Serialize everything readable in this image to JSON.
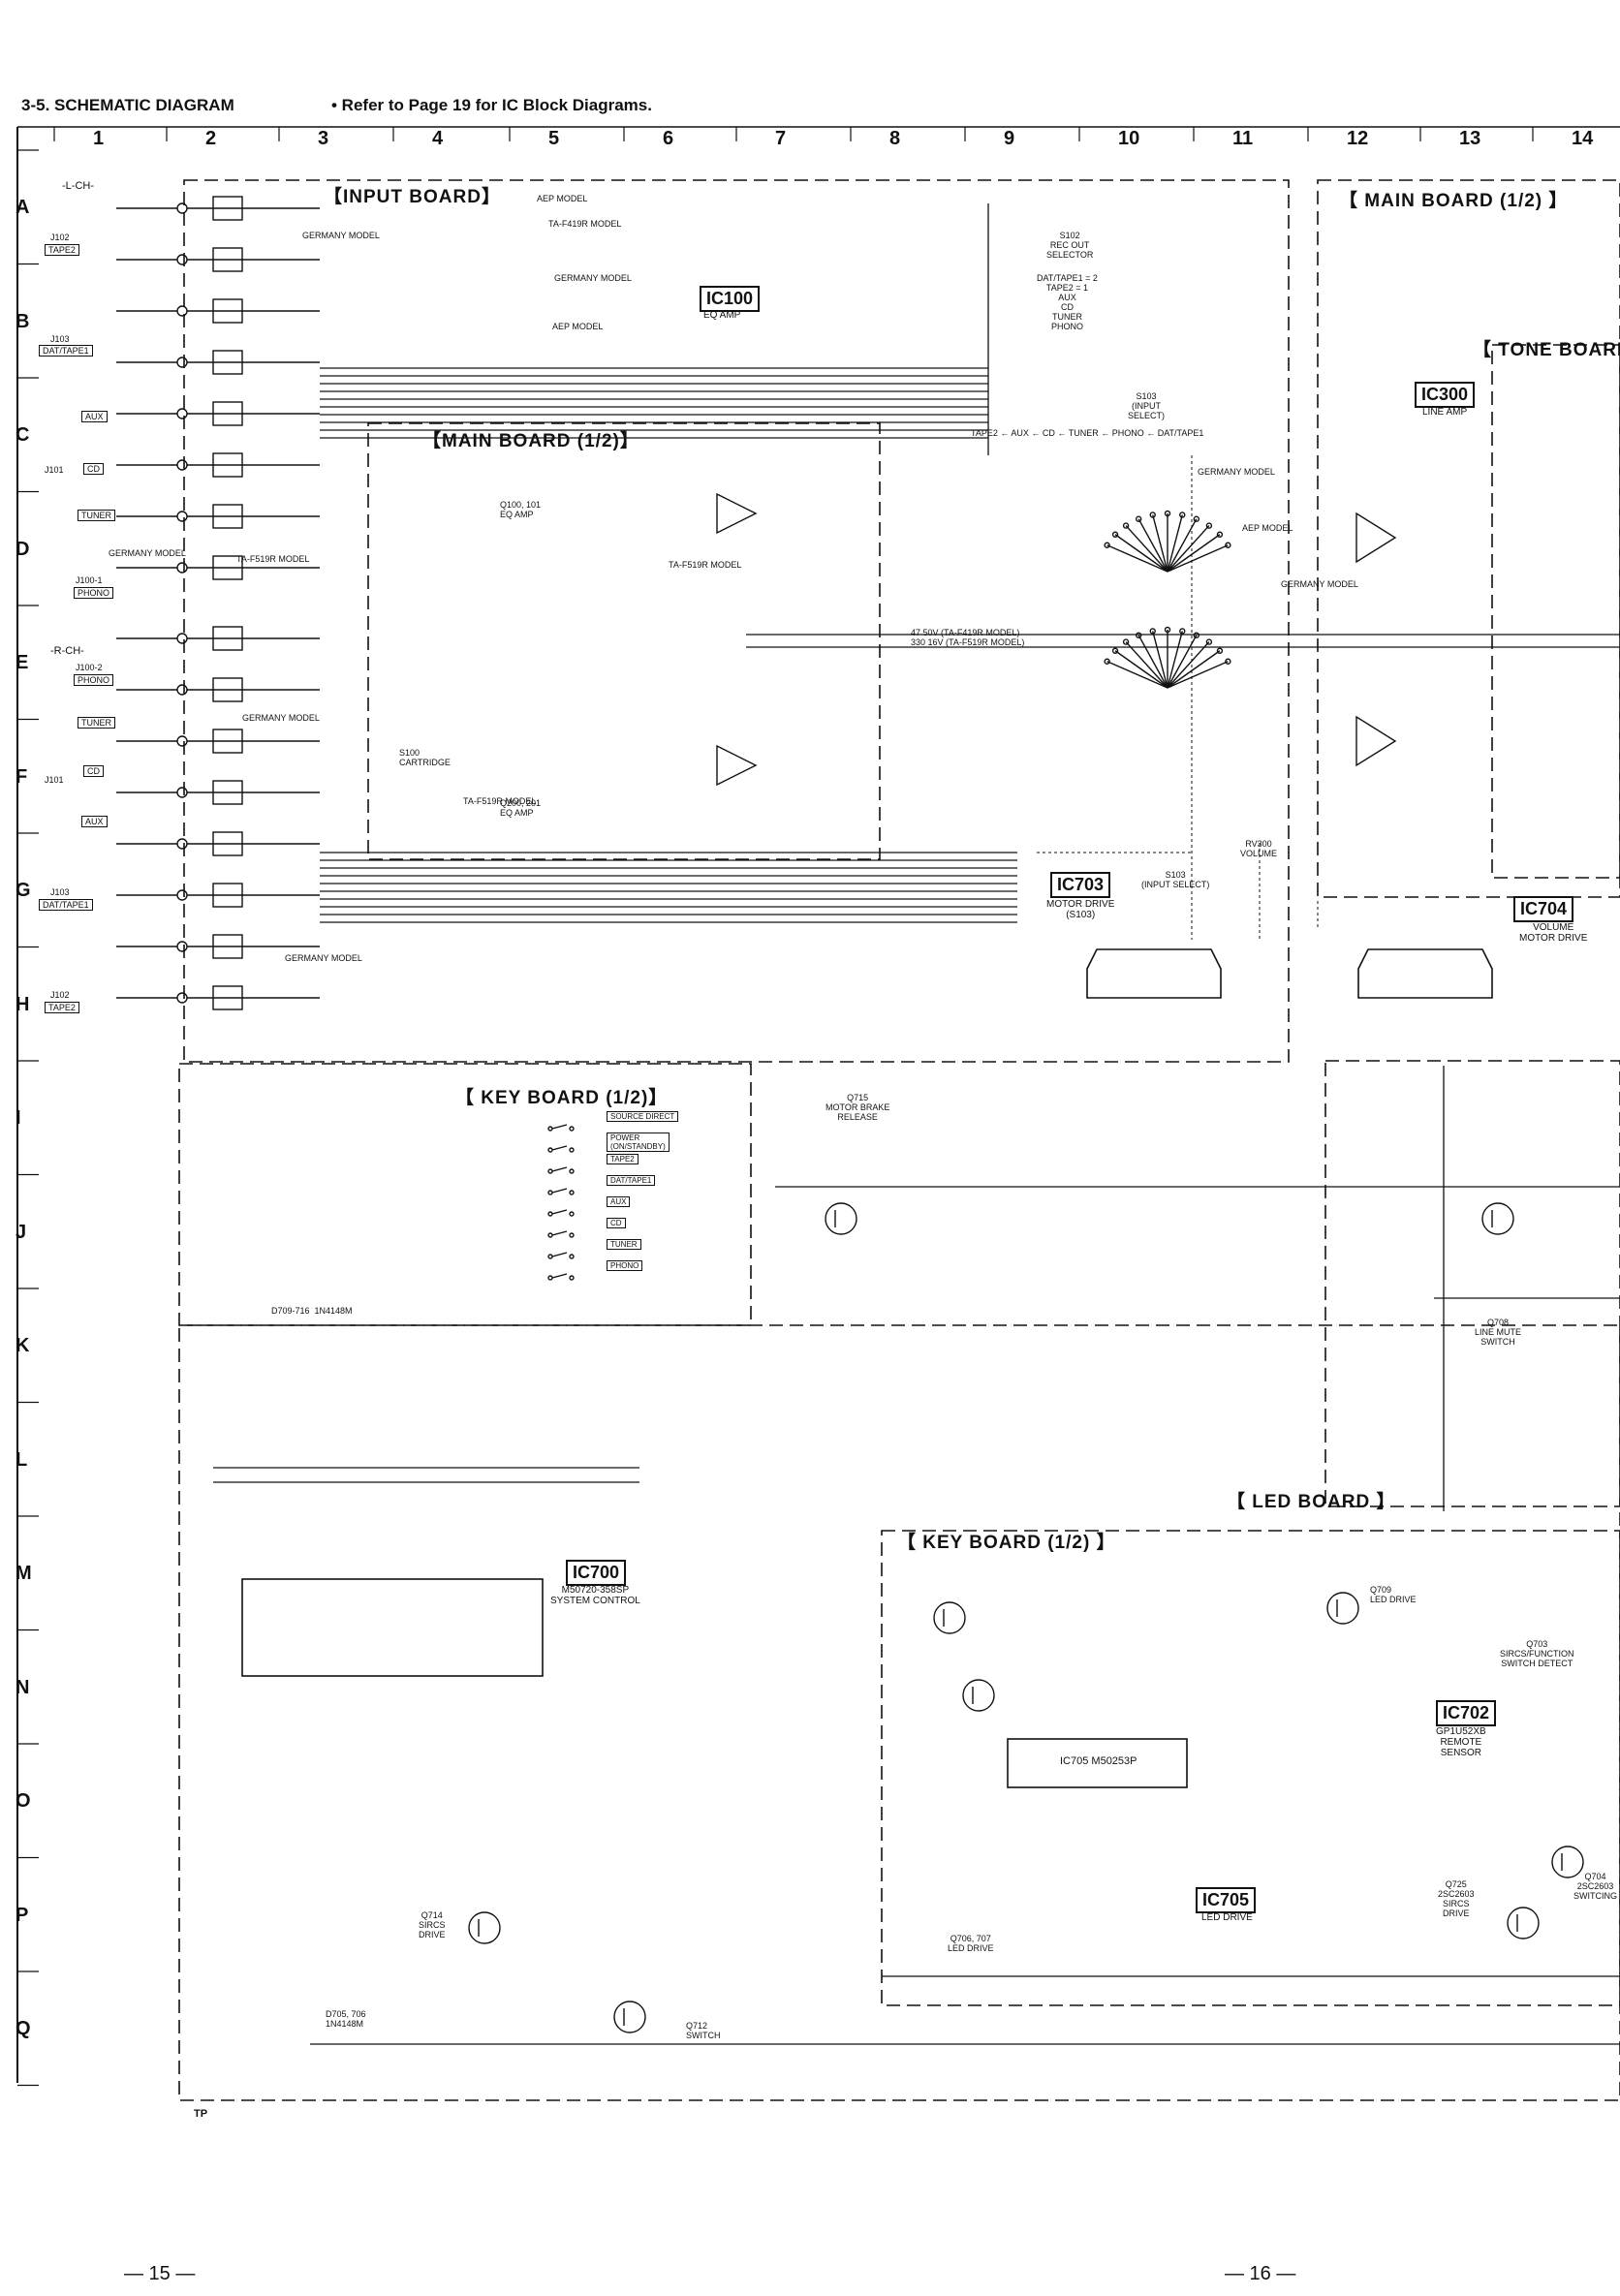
{
  "header": {
    "title": "3-5. SCHEMATIC DIAGRAM",
    "note": "• Refer to  Page 19 for IC Block Diagrams."
  },
  "grid": {
    "columns": [
      "1",
      "2",
      "3",
      "4",
      "5",
      "6",
      "7",
      "8",
      "9",
      "10",
      "11",
      "12",
      "13",
      "14"
    ],
    "rows": [
      "A",
      "B",
      "C",
      "D",
      "E",
      "F",
      "G",
      "H",
      "I",
      "J",
      "K",
      "L",
      "M",
      "N",
      "O",
      "P",
      "Q"
    ]
  },
  "boards": {
    "input": "【INPUT BOARD】",
    "main_left": "【MAIN BOARD (1/2)】",
    "main_right": "【 MAIN BOARD (1/2) 】",
    "tone": "【 TONE BOARD",
    "key_top": "【 KEY BOARD (1/2)】",
    "key_bottom": "【 KEY BOARD (1/2) 】",
    "led": "【 LED BOARD 】"
  },
  "ics": {
    "ic100": {
      "name": "IC100",
      "desc": "EQ AMP"
    },
    "ic300": {
      "name": "IC300",
      "desc": "LINE AMP"
    },
    "ic703": {
      "name": "IC703",
      "desc": "MOTOR DRIVE\n(S103)"
    },
    "ic704": {
      "name": "IC704",
      "desc": "VOLUME\nMOTOR DRIVE"
    },
    "ic700": {
      "name": "IC700",
      "desc": "M50720-358SP\nSYSTEM CONTROL"
    },
    "ic702": {
      "name": "IC702",
      "desc": "GP1U52XB\nREMOTE\nSENSOR"
    },
    "ic705": {
      "name": "IC705",
      "desc": "LED DRIVE"
    }
  },
  "labels": {
    "l_ch": "-L-CH-",
    "r_ch": "-R-CH-",
    "j102": "J102",
    "j103": "J103",
    "j101": "J101",
    "j100_1": "J100-1",
    "j100_2": "J100-2",
    "tape2": "TAPE2",
    "dat_tape1": "DAT/TAPE1",
    "aux": "AUX",
    "cd": "CD",
    "tuner": "TUNER",
    "phono": "PHONO",
    "germany_model": "GERMANY MODEL",
    "aep_model": "AEP MODEL",
    "ta_f419r": "TA-F419R MODEL",
    "ta_f519r": "TA-F519R MODEL",
    "s102": "S102\nREC OUT\nSELECTOR",
    "s102_list": "DAT/TAPE1 = 2\nTAPE2 = 1\nAUX\nCD\nTUNER\nPHONO",
    "s103": "S103\n(INPUT\nSELECT)",
    "selector_line": "TAPE2 ← AUX ← CD ← TUNER ← PHONO ← DAT/TAPE1",
    "q100": "Q100, 101\nEQ AMP",
    "q200": "Q200, 201\nEQ AMP",
    "s100": "S100\nCARTRIDGE",
    "cap_note": "47 50V (TA-F419R MODEL)\n330 16V (TA-F519R MODEL)",
    "rv300": "RV300\nVOLUME",
    "s103b": "S103\n(INPUT SELECT)",
    "q715": "Q715\nMOTOR BRAKE\nRELEASE",
    "q708": "Q708\nLINE MUTE\nSWITCH",
    "q709": "Q709\nLED DRIVE",
    "q703": "Q703\nSIRCS/FUNCTION\nSWITCH DETECT",
    "q706": "Q706, 707\nLED DRIVE",
    "q714": "Q714\nSIRCS\nDRIVE",
    "q712": "Q712\nSWITCH",
    "q725": "Q725\n2SC2603\nSIRCS\nDRIVE",
    "q704": "Q704\n2SC2603\nSWITCING",
    "d709": "D709-716  1N4148M",
    "d705": "D705, 706\n1N4148M",
    "key_buttons": [
      "SOURCE DIRECT",
      "POWER\n(ON/STANDBY)",
      "TAPE2",
      "DAT/TAPE1",
      "AUX",
      "CD",
      "TUNER",
      "PHONO"
    ],
    "ic705_part": "IC705  M50253P",
    "tp": "TP"
  },
  "pages": {
    "left": "— 15 —",
    "right": "— 16 —"
  }
}
